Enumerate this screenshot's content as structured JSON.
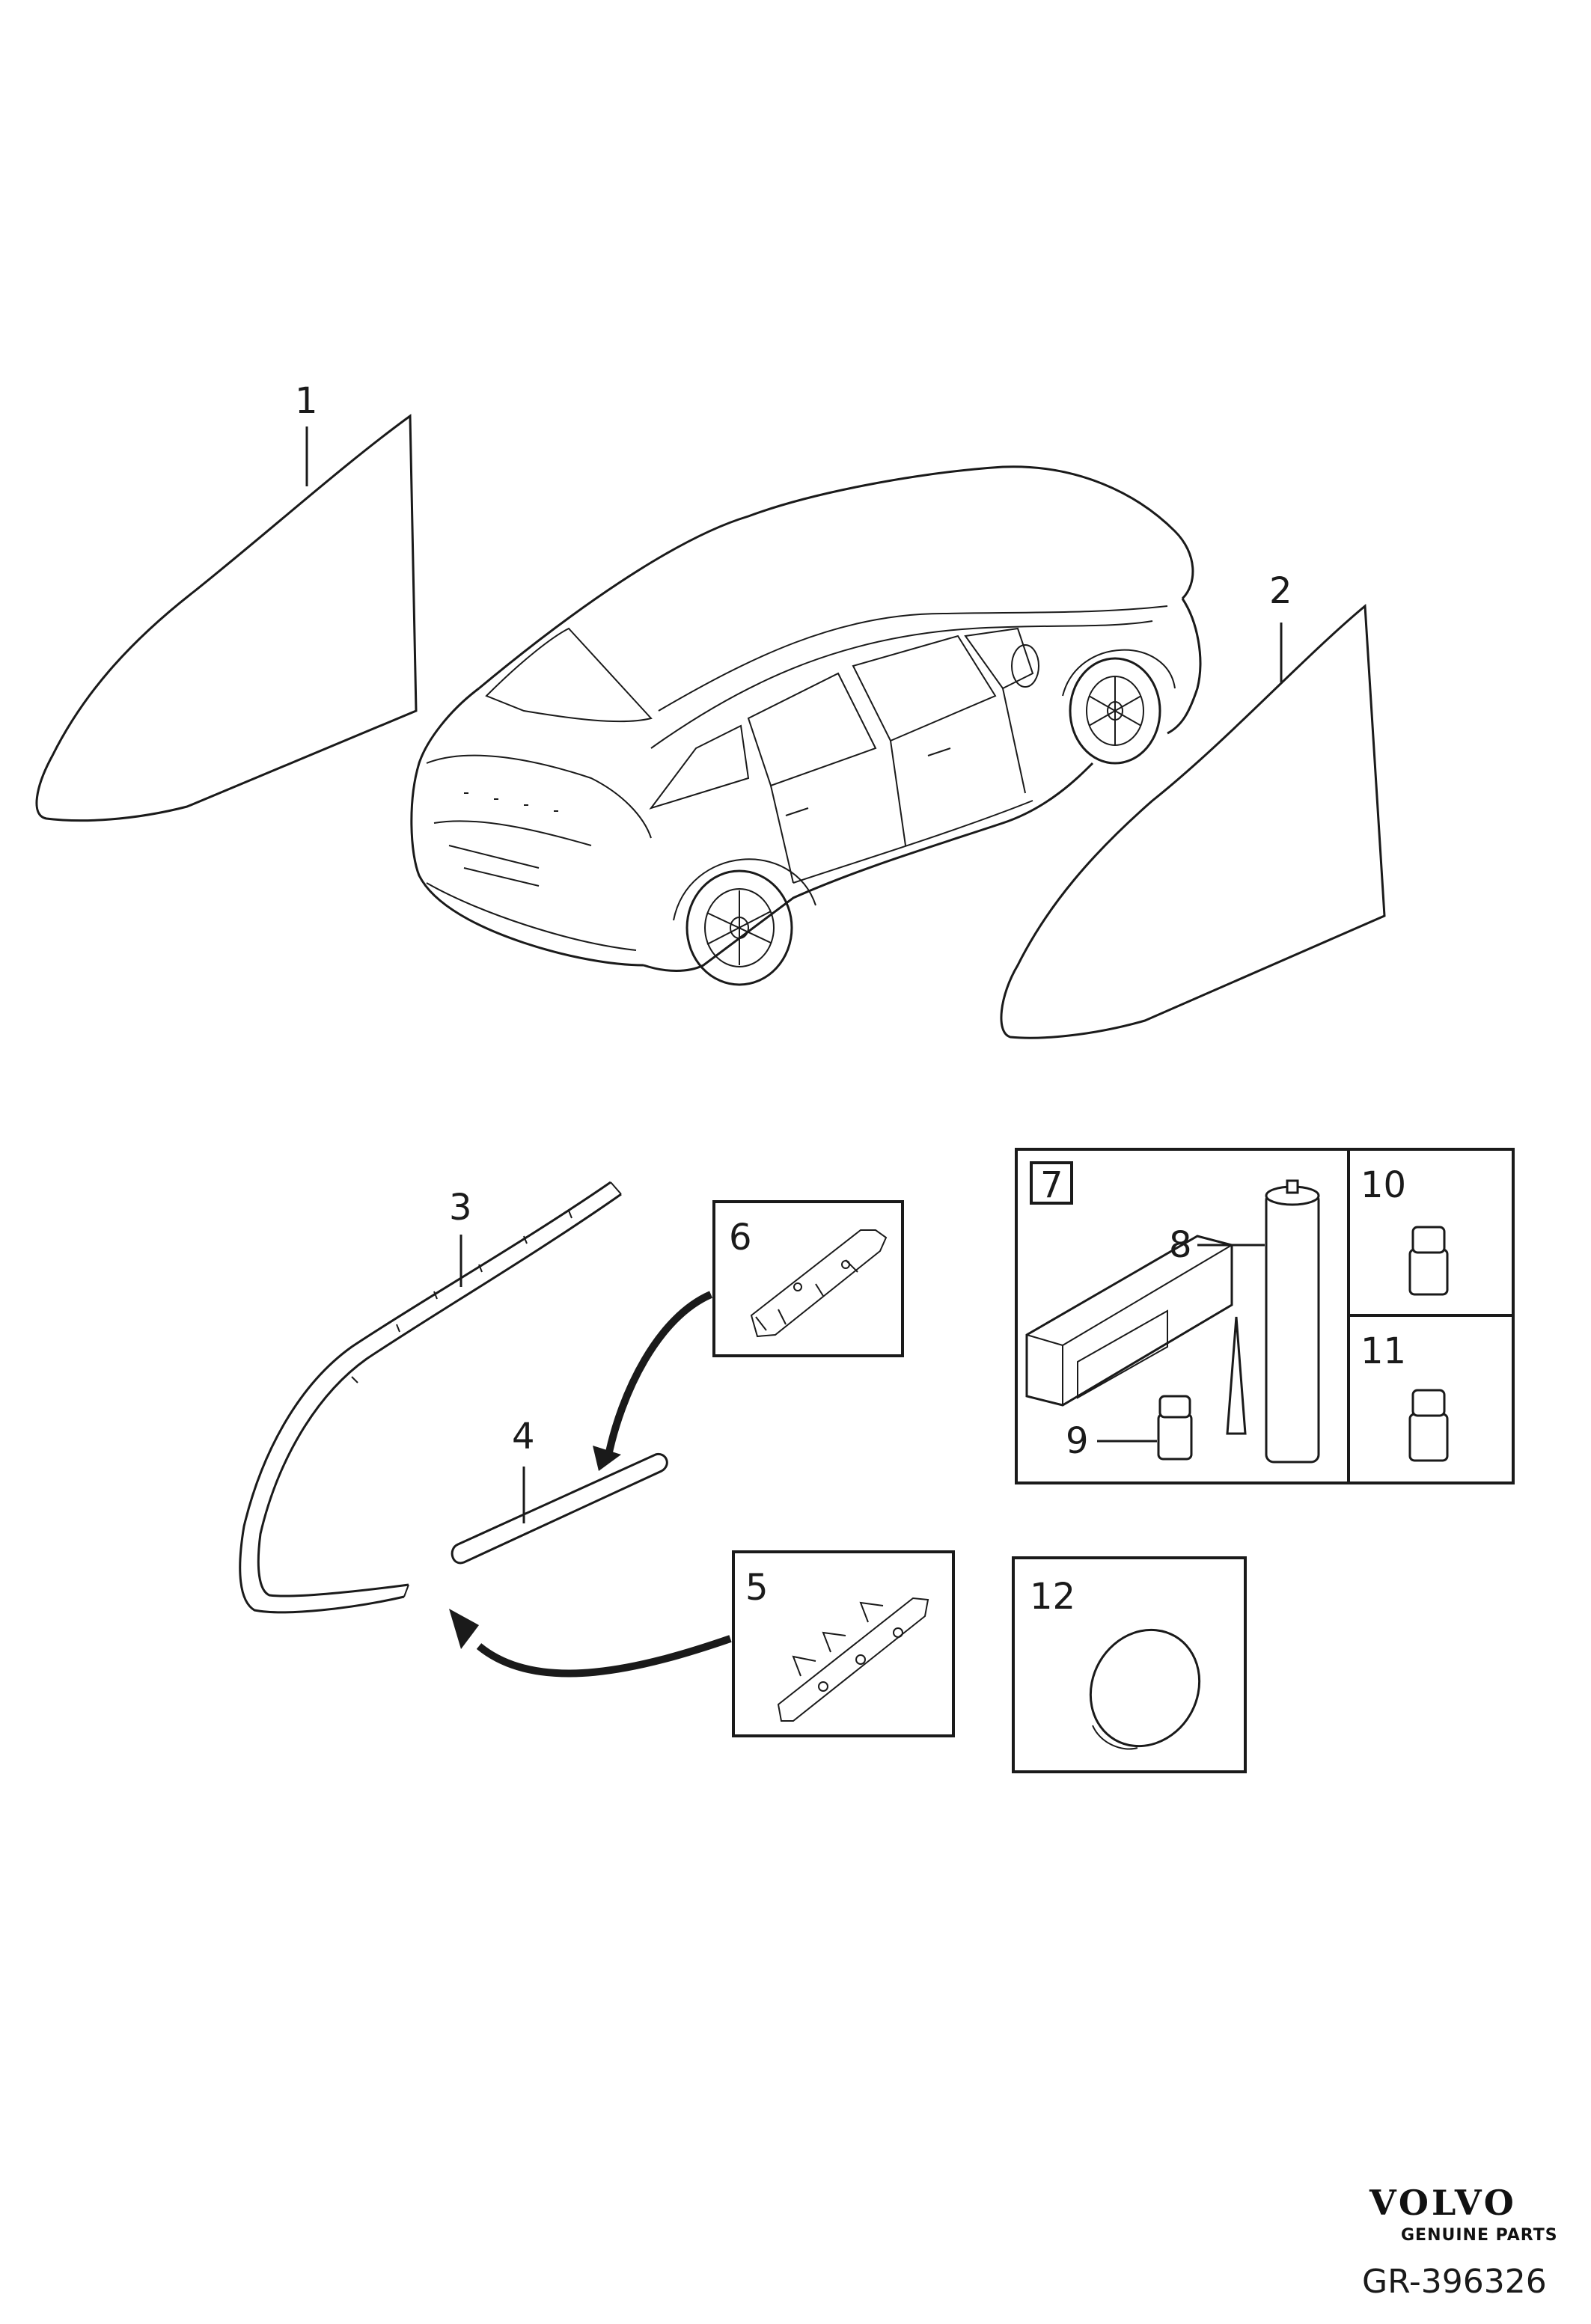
{
  "callouts": {
    "c1": "1",
    "c2": "2",
    "c3": "3",
    "c4": "4",
    "c5": "5",
    "c6": "6",
    "c7": "7",
    "c8": "8",
    "c9": "9",
    "c10": "10",
    "c11": "11",
    "c12": "12"
  },
  "brand": {
    "name": "VOLVO",
    "tagline": "GENUINE PARTS"
  },
  "reference": "GR-396326"
}
